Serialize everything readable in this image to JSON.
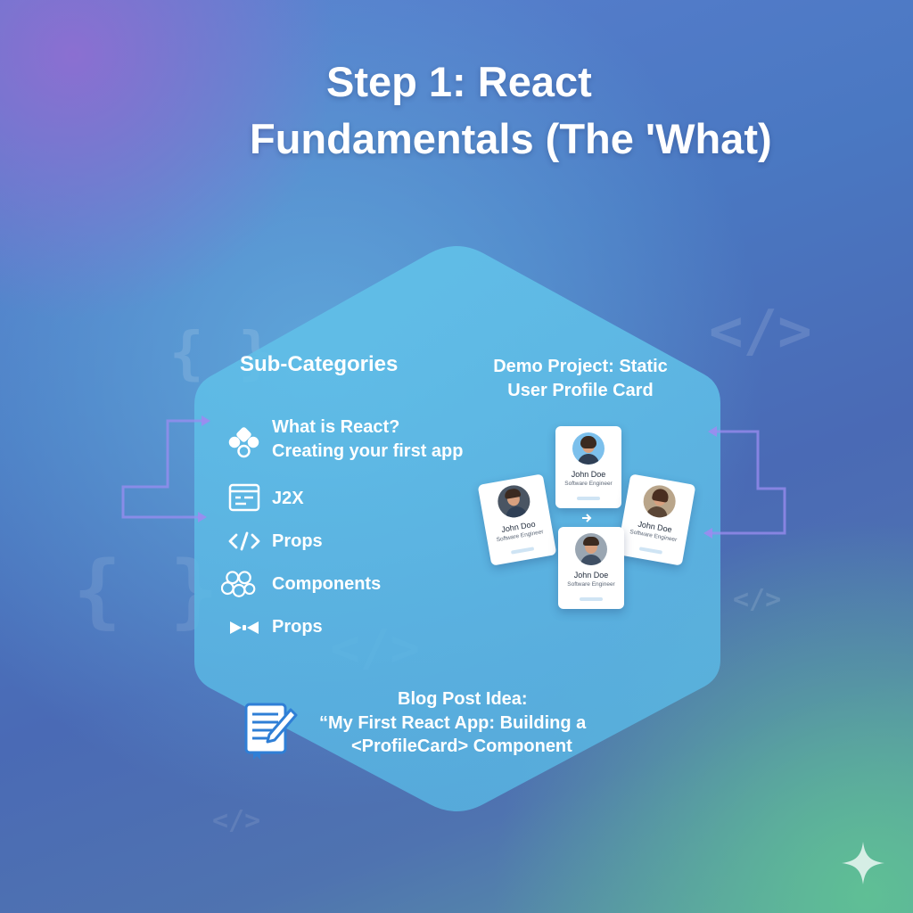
{
  "title": {
    "line1": "Step 1: React",
    "line2": "Fundamentals (The 'What)"
  },
  "sub_categories": {
    "heading": "Sub-Categories",
    "items": [
      {
        "icon": "atom-icon",
        "line1": "What is React?",
        "line2": "Creating your first app"
      },
      {
        "icon": "browser-window-icon",
        "line1": "J2X"
      },
      {
        "icon": "code-tags-icon",
        "line1": "Props"
      },
      {
        "icon": "components-circles-icon",
        "line1": "Components"
      },
      {
        "icon": "bowtie-icon",
        "line1": "Props"
      }
    ]
  },
  "demo_project": {
    "heading_line1": "Demo Project: Static",
    "heading_line2": "User Profile Card",
    "cards": [
      {
        "name": "John Doe",
        "role": "Software Engineer"
      },
      {
        "name": "John Doo",
        "role": "Software Engineer"
      },
      {
        "name": "John Doe",
        "role": "Software Engineer"
      },
      {
        "name": "John Doe",
        "role": "Software Engineer"
      }
    ]
  },
  "blog_post": {
    "label": "Blog Post Idea:",
    "line1": "“My First React App: Building a",
    "line2": "<ProfileCard> Component",
    "icon": "notebook-pen-icon"
  },
  "colors": {
    "hexagon": "#5db8e6",
    "connector": "#9b8cf0",
    "text": "#ffffff"
  }
}
